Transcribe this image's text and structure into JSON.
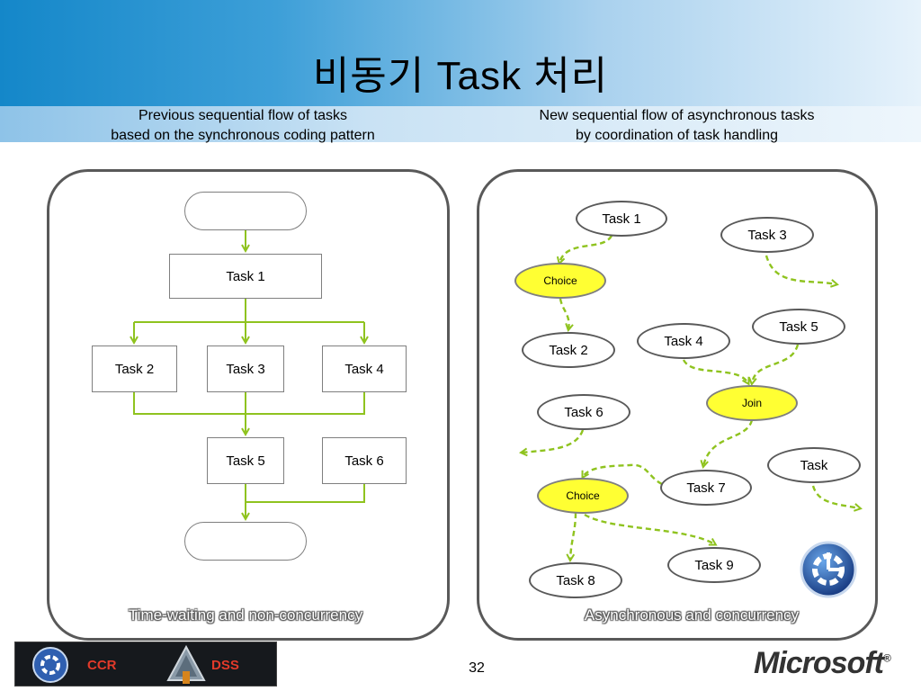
{
  "slide": {
    "title": "비동기 Task 처리",
    "page_number": "32"
  },
  "left": {
    "caption_line1": "Previous sequential flow of tasks",
    "caption_line2": "based on the synchronous coding pattern",
    "panel_caption": "Time-waiting and non-concurrency",
    "tasks": [
      "Task 1",
      "Task 2",
      "Task 3",
      "Task 4",
      "Task 5",
      "Task 6"
    ]
  },
  "right": {
    "caption_line1": "New sequential flow of asynchronous tasks",
    "caption_line2": "by coordination of task handling",
    "panel_caption": "Asynchronous and concurrency",
    "nodes": [
      "Task 1",
      "Task 3",
      "Choice",
      "Task 5",
      "Task 2",
      "Task 4",
      "Join",
      "Task 6",
      "Task",
      "Task 7",
      "Choice",
      "Task 9",
      "Task 8"
    ]
  },
  "footer": {
    "ccr": "CCR",
    "dss": "DSS",
    "brand": "Microsoft",
    "brand_mark": "®"
  },
  "colors": {
    "connector_green": "#8fc31f",
    "choice_yellow": "#ffff33",
    "header_blue": "#1487c9"
  }
}
